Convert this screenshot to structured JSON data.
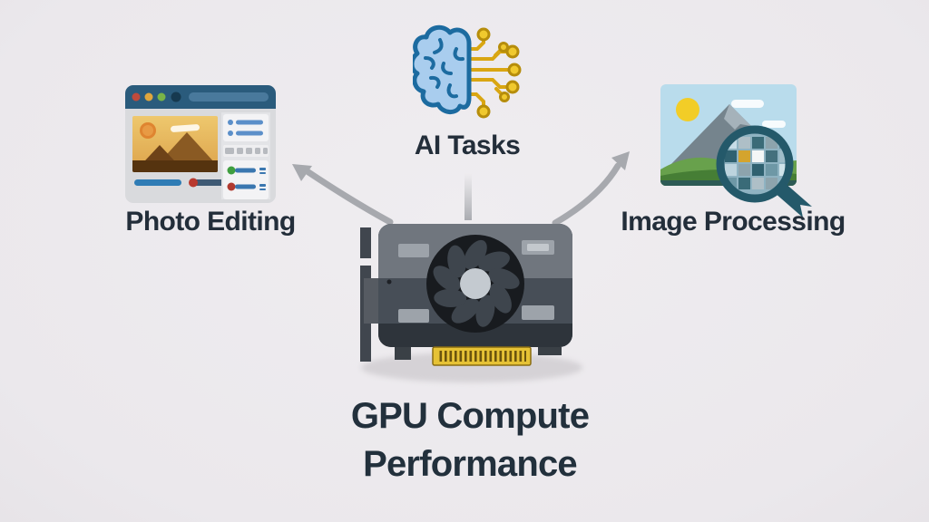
{
  "canvas": {
    "background": "#ebe8ec"
  },
  "title": {
    "text": "GPU Compute Performance"
  },
  "nodes": {
    "photo_editing": {
      "label": "Photo Editing",
      "icon": "photo-editor-window-icon"
    },
    "ai_tasks": {
      "label": "AI Tasks",
      "icon": "brain-circuit-icon"
    },
    "image_processing": {
      "label": "Image Processing",
      "icon": "image-magnifier-icon"
    }
  },
  "center": {
    "icon": "gpu-card-icon",
    "shadow": "ellipse"
  },
  "connectors": [
    {
      "from": "gpu",
      "to": "photo_editing",
      "type": "curved-arrow",
      "direction": "up-left"
    },
    {
      "from": "gpu",
      "to": "ai_tasks",
      "type": "fading-line",
      "direction": "up"
    },
    {
      "from": "gpu",
      "to": "image_processing",
      "type": "curved-arrow",
      "direction": "up-right"
    }
  ],
  "colors": {
    "label_text": "#232e3a",
    "title_text": "#22303c",
    "arrow_gray": "#a7a9ae",
    "window_titlebar": "#2a5b7c",
    "window_body": "#d9dadd",
    "brain_fill": "#a9cdee",
    "brain_outline": "#1c6ba0",
    "circuit_yellow": "#e9b511",
    "gpu_body_dark": "#474e57",
    "gpu_body_light": "#70767e",
    "gpu_fan_black": "#181b1f",
    "gpu_hub_gray": "#c4cad0",
    "gpu_connector_gold": "#e6c235",
    "photo_sky_warm": "#ecc467",
    "landscape_sky": "#b9dcec",
    "magnifier_teal": "#24596a",
    "shadow_gray": "#d5d2d6"
  }
}
